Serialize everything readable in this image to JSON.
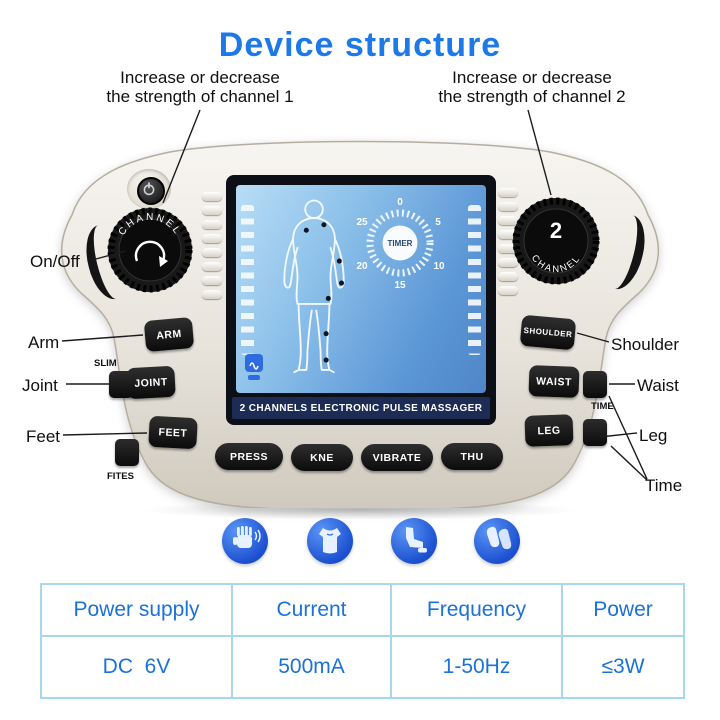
{
  "title": "Device structure",
  "annotations": {
    "channel1_line1": "Increase or decrease",
    "channel1_line2": "the strength of channel 1",
    "channel2_line1": "Increase or decrease",
    "channel2_line2": "the strength of channel 2"
  },
  "callouts": {
    "on_off": "On/Off",
    "arm": "Arm",
    "joint": "Joint",
    "feet": "Feet",
    "shoulder": "Shoulder",
    "waist": "Waist",
    "leg": "Leg",
    "time": "Time"
  },
  "device": {
    "knob1_ring": "CHANNEL",
    "knob2_number": "2",
    "knob2_ring": "CHANNEL",
    "slim_label": "SLIM",
    "fites_label": "FITES",
    "time_label": "TIME",
    "buttons": {
      "arm": "ARM",
      "joint": "JOINT",
      "feet": "FEET",
      "shoulder": "SHOULDER",
      "waist": "WAIST",
      "leg": "LEG",
      "press": "PRESS",
      "kne": "KNE",
      "vibrate": "VIBRATE",
      "thu": "THU"
    },
    "lcd": {
      "timer": "TIMER",
      "ticks": [
        "0",
        "5",
        "10",
        "15",
        "20",
        "25"
      ],
      "banner": "2 CHANNELS ELECTRONIC PULSE MASSAGER"
    }
  },
  "mode_icons": [
    "hand-massage-icon",
    "body-massage-icon",
    "leg-massage-icon",
    "foot-massage-icon"
  ],
  "spec_table": {
    "headers": [
      "Power supply",
      "Current",
      "Frequency",
      "Power"
    ],
    "values": [
      "DC  6V",
      "500mA",
      "1-50Hz",
      "≤3W"
    ]
  },
  "colors": {
    "title_blue": "#1d78e8",
    "table_blue": "#1a72d8",
    "table_border": "#a7d7ec",
    "icon_blue": "#1b4fd0",
    "lcd_blue": "#5b96d6"
  }
}
